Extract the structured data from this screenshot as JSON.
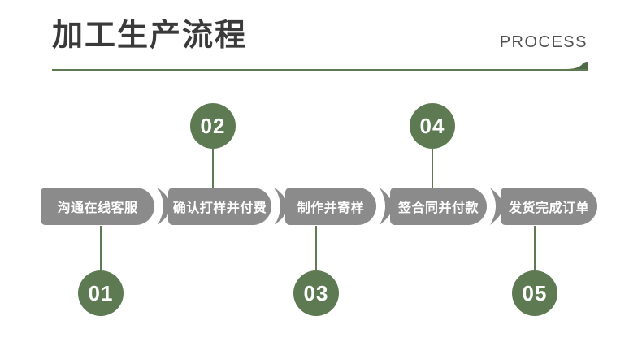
{
  "header": {
    "title": "加工生产流程",
    "subtitle": "PROCESS"
  },
  "colors": {
    "green": "#5d7a52",
    "accent_dark_green": "#4f6a47",
    "pill_gray": "#8b8b8b",
    "title_text": "#3a3a3a",
    "subtitle_text": "#4f4f4f",
    "step_text": "#ffffff"
  },
  "steps": [
    {
      "number": "01",
      "label": "沟通在线客服",
      "number_position": "below"
    },
    {
      "number": "02",
      "label": "确认打样并付费",
      "number_position": "above"
    },
    {
      "number": "03",
      "label": "制作并寄样",
      "number_position": "below"
    },
    {
      "number": "04",
      "label": "签合同并付款",
      "number_position": "above"
    },
    {
      "number": "05",
      "label": "发货完成订单",
      "number_position": "below"
    }
  ]
}
